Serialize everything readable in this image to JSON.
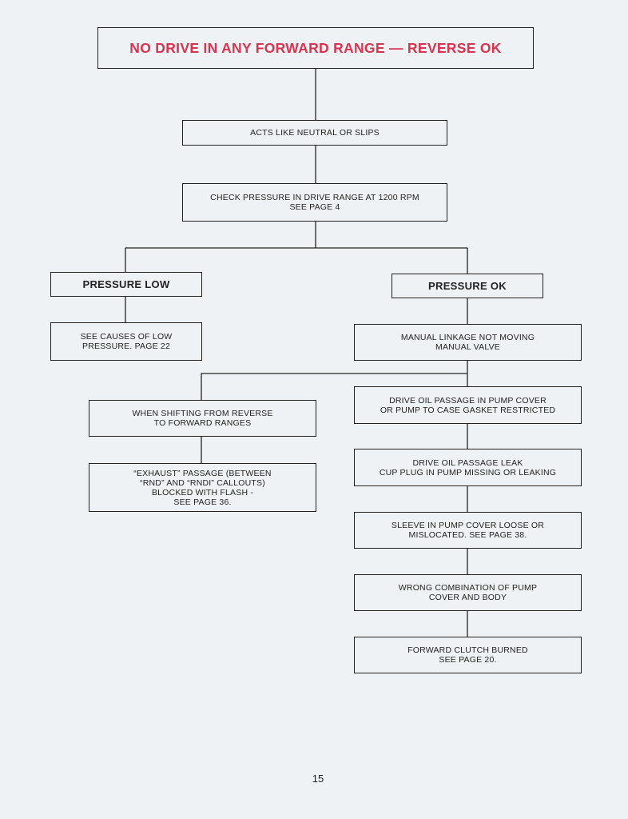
{
  "title": "NO DRIVE IN ANY FORWARD RANGE — REVERSE OK",
  "nodes": {
    "acts_like_neutral": "ACTS LIKE NEUTRAL OR SLIPS",
    "check_pressure": "CHECK PRESSURE IN DRIVE RANGE AT 1200 RPM\nSEE PAGE 4",
    "pressure_low": "PRESSURE LOW",
    "pressure_ok": "PRESSURE OK",
    "low_causes": "SEE CAUSES OF LOW\nPRESSURE. PAGE 22",
    "manual_linkage": "MANUAL LINKAGE NOT MOVING\nMANUAL VALVE",
    "shifting_reverse": "WHEN SHIFTING FROM REVERSE\nTO FORWARD RANGES",
    "exhaust_passage": "“EXHAUST” PASSAGE (BETWEEN\n“RND” AND “RNDI” CALLOUTS)\nBLOCKED WITH FLASH -\nSEE PAGE 36.",
    "drive_oil_restricted": "DRIVE OIL PASSAGE IN PUMP COVER\nOR PUMP TO CASE GASKET RESTRICTED",
    "drive_oil_leak": "DRIVE OIL PASSAGE LEAK\nCUP PLUG IN PUMP MISSING OR LEAKING",
    "sleeve_loose": "SLEEVE IN PUMP COVER LOOSE OR\nMISLOCATED. SEE PAGE 38.",
    "wrong_combination": "WRONG COMBINATION OF PUMP\nCOVER AND BODY",
    "clutch_burned": "FORWARD CLUTCH BURNED\nSEE PAGE 20."
  },
  "page_number": "15"
}
